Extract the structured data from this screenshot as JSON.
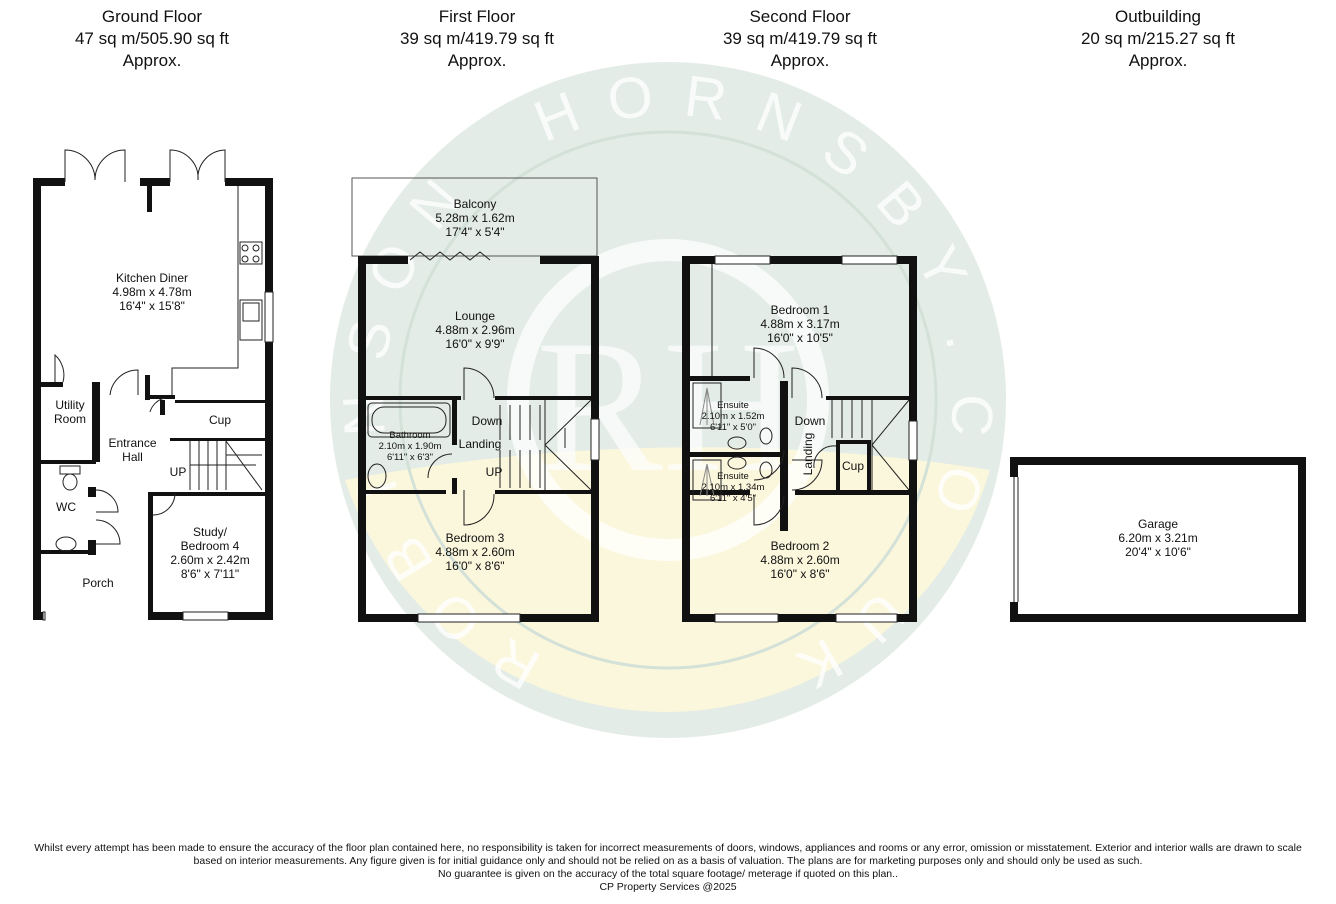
{
  "floors": [
    {
      "title": "Ground Floor",
      "area": "47 sq m/505.90 sq ft",
      "approx": "Approx."
    },
    {
      "title": "First Floor",
      "area": "39 sq m/419.79 sq ft",
      "approx": "Approx."
    },
    {
      "title": "Second Floor",
      "area": "39 sq m/419.79 sq ft",
      "approx": "Approx."
    },
    {
      "title": "Outbuilding",
      "area": "20 sq m/215.27 sq ft",
      "approx": "Approx."
    }
  ],
  "watermark": {
    "logo_text": "RH",
    "ring_text": "ROBINSON HORNSBY.CO.UK",
    "colors": {
      "green": "#dfe9e3",
      "yellow": "#fbf6d6",
      "ring": "#d6e2dc"
    }
  },
  "rooms": {
    "kitchen": {
      "name": "Kitchen Diner",
      "metric": "4.98m x 4.78m",
      "imperial": "16'4\" x 15'8\""
    },
    "utility": {
      "name1": "Utility",
      "name2": "Room"
    },
    "entrance": {
      "name1": "Entrance",
      "name2": "Hall"
    },
    "cup_ground": {
      "name": "Cup"
    },
    "up_ground": {
      "name": "UP"
    },
    "wc": {
      "name": "WC"
    },
    "porch": {
      "name": "Porch"
    },
    "study": {
      "name1": "Study/",
      "name2": "Bedroom 4",
      "metric": "2.60m x 2.42m",
      "imperial": "8'6\" x 7'11\""
    },
    "balcony": {
      "name": "Balcony",
      "metric": "5.28m x 1.62m",
      "imperial": "17'4\" x 5'4\""
    },
    "lounge": {
      "name": "Lounge",
      "metric": "4.88m x 2.96m",
      "imperial": "16'0\" x 9'9\""
    },
    "bathroom": {
      "name": "Bathroom",
      "metric": "2.10m x 1.90m",
      "imperial": "6'11\" x 6'3\""
    },
    "down_first": {
      "name": "Down"
    },
    "landing_first": {
      "name": "Landing"
    },
    "up_first": {
      "name": "UP"
    },
    "bedroom3": {
      "name": "Bedroom 3",
      "metric": "4.88m x 2.60m",
      "imperial": "16'0\" x 8'6\""
    },
    "bedroom1": {
      "name": "Bedroom 1",
      "metric": "4.88m x 3.17m",
      "imperial": "16'0\" x 10'5\""
    },
    "ensuite1": {
      "name": "Ensuite",
      "metric": "2.10m x 1.52m",
      "imperial": "6'11\" x 5'0\""
    },
    "ensuite2": {
      "name": "Ensuite",
      "metric": "2.10m x 1.34m",
      "imperial": "6'11\" x 4'5\""
    },
    "down_second": {
      "name": "Down"
    },
    "landing_second": {
      "name": "Landing"
    },
    "cup_second": {
      "name": "Cup"
    },
    "bedroom2": {
      "name": "Bedroom 2",
      "metric": "4.88m x 2.60m",
      "imperial": "16'0\" x 8'6\""
    },
    "garage": {
      "name": "Garage",
      "metric": "6.20m x 3.21m",
      "imperial": "20'4\" x 10'6\""
    }
  },
  "disclaimer": {
    "line1": "Whilst every attempt has been made to ensure the accuracy of the floor plan contained here, no responsibility is taken for incorrect measurements of doors, windows, appliances and rooms or any error, omission or misstatement. Exterior and interior walls are drawn to scale",
    "line2": "based on interior measurements. Any figure given is for initial guidance only and should not be relied on as a basis of valuation. The plans are for marketing purposes only and should only be used as such.",
    "line3": "No guarantee is given on the accuracy of the total square footage/ meterage if quoted on this plan..",
    "line4": "CP Property Services @2025"
  }
}
